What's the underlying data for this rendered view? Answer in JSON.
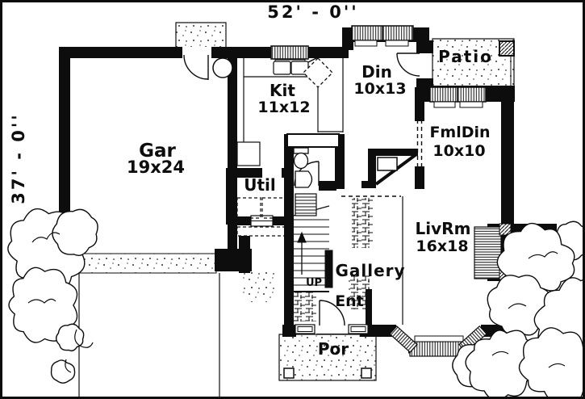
{
  "plan": {
    "dimensions": {
      "width_label": "52' - 0''",
      "depth_label": "37' - 0''"
    },
    "rooms": {
      "garage": {
        "name": "Gar",
        "size": "19x24"
      },
      "kitchen": {
        "name": "Kit",
        "size": "11x12"
      },
      "dining": {
        "name": "Din",
        "size": "10x13"
      },
      "patio": {
        "name": "Patio"
      },
      "formal_dining": {
        "name": "FmlDin",
        "size": "10x10"
      },
      "utility": {
        "name": "Util"
      },
      "living_room": {
        "name": "LivRm",
        "size": "16x18"
      },
      "gallery": {
        "name": "Gallery"
      },
      "entry": {
        "name": "Ent"
      },
      "porch": {
        "name": "Por"
      }
    },
    "stairs": {
      "direction_label": "UP"
    },
    "colors": {
      "ink": "#0d0d0d",
      "paper": "#ffffff"
    }
  }
}
